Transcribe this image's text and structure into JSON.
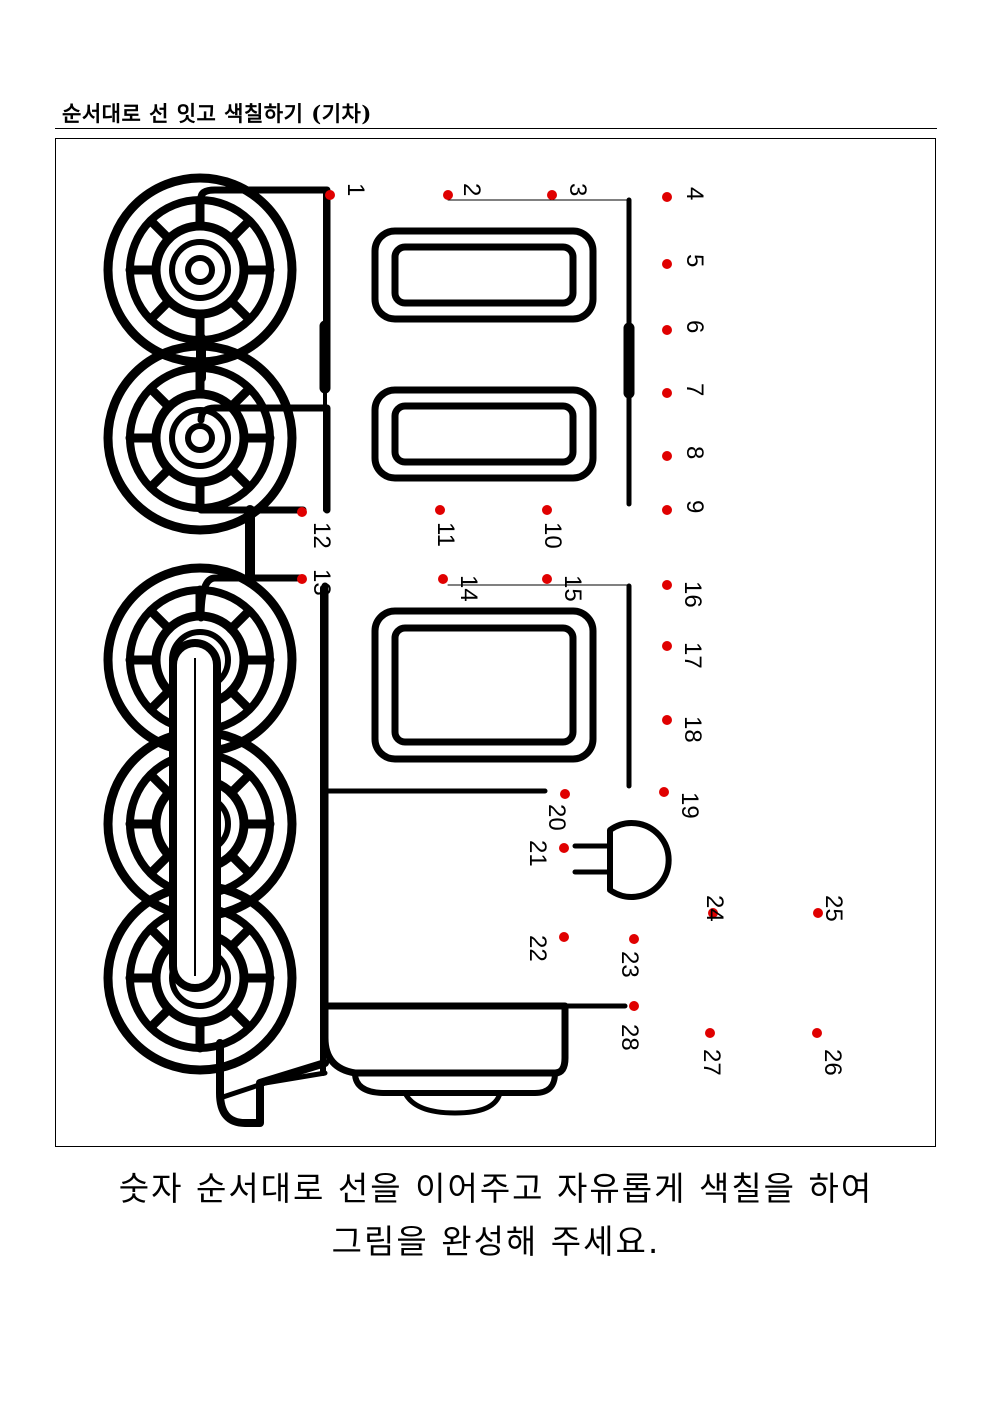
{
  "worksheet": {
    "title": "순서대로 선 잇고 색칠하기 (기차)",
    "instruction_line1": "숫자 순서대로 선을 이어주고 자유롭게 색칠을 하여",
    "instruction_line2": "그림을 완성해 주세요."
  },
  "dot_color": "#e00000",
  "line_color": "#000000",
  "dots": [
    {
      "n": "1"
    },
    {
      "n": "2"
    },
    {
      "n": "3"
    },
    {
      "n": "4"
    },
    {
      "n": "5"
    },
    {
      "n": "6"
    },
    {
      "n": "7"
    },
    {
      "n": "8"
    },
    {
      "n": "9"
    },
    {
      "n": "10"
    },
    {
      "n": "11"
    },
    {
      "n": "12"
    },
    {
      "n": "13"
    },
    {
      "n": "14"
    },
    {
      "n": "15"
    },
    {
      "n": "16"
    },
    {
      "n": "17"
    },
    {
      "n": "18"
    },
    {
      "n": "19"
    },
    {
      "n": "20"
    },
    {
      "n": "21"
    },
    {
      "n": "22"
    },
    {
      "n": "23"
    },
    {
      "n": "24"
    },
    {
      "n": "25"
    },
    {
      "n": "26"
    },
    {
      "n": "27"
    },
    {
      "n": "28"
    }
  ]
}
